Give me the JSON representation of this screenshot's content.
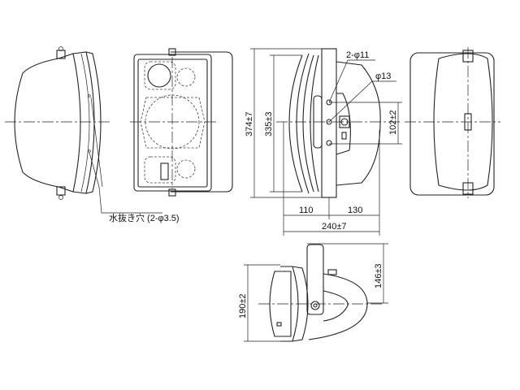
{
  "title": "Speaker outline dimension drawing",
  "labels": {
    "drain_hole": "水抜き穴 (2-φ3.5)",
    "hole_2phi11": "2-φ11",
    "hole_phi13": "φ13"
  },
  "dimensions": {
    "height_overall": "374±7",
    "height_body": "335±3",
    "hole_pitch": "102±2",
    "depth_front": "110",
    "depth_rear": "130",
    "depth_overall": "240±7",
    "width_bottom": "190±2",
    "bracket_depth": "146±3"
  }
}
